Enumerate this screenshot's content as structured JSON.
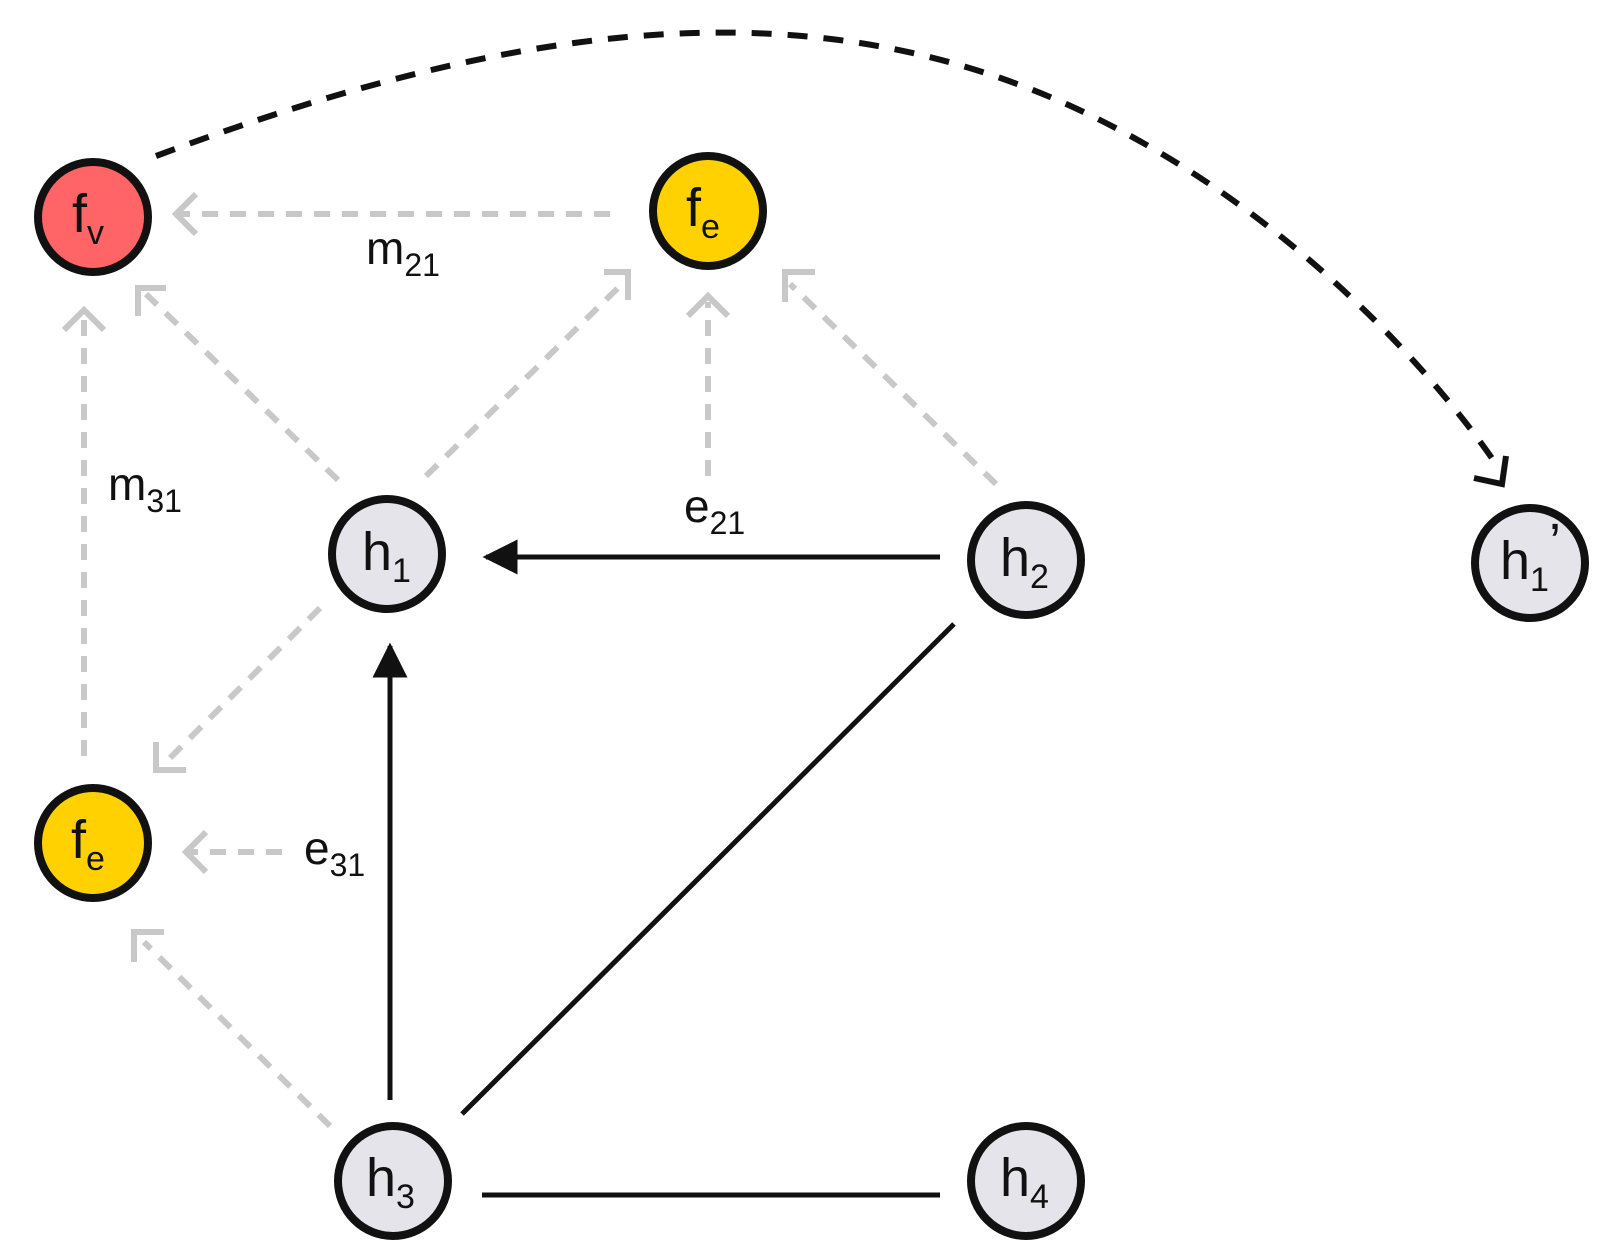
{
  "colors": {
    "node_default": "#e4e4ea",
    "node_vertex_fn": "#ff6466",
    "node_edge_fn": "#ffd100",
    "stroke": "#111111",
    "message": "#c8c8c8"
  },
  "nodes": {
    "fv": {
      "main": "f",
      "sub": "v"
    },
    "fe1": {
      "main": "f",
      "sub": "e"
    },
    "fe2": {
      "main": "f",
      "sub": "e"
    },
    "h1": {
      "main": "h",
      "sub": "1"
    },
    "h2": {
      "main": "h",
      "sub": "2"
    },
    "h3": {
      "main": "h",
      "sub": "3"
    },
    "h4": {
      "main": "h",
      "sub": "4"
    },
    "h1p": {
      "main": "h",
      "sub": "1",
      "prime": "’"
    }
  },
  "labels": {
    "m21": {
      "main": "m",
      "sub": "21"
    },
    "m31": {
      "main": "m",
      "sub": "31"
    },
    "e21": {
      "main": "e",
      "sub": "21"
    },
    "e31": {
      "main": "e",
      "sub": "31"
    }
  }
}
